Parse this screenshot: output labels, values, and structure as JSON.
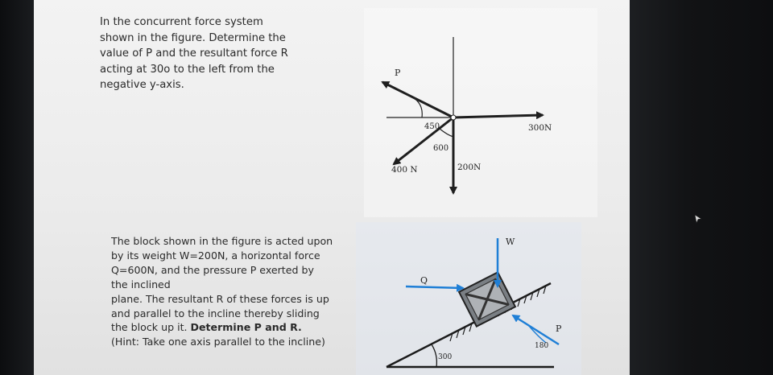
{
  "problem1": {
    "lines": [
      "In the concurrent force system",
      "shown in the figure. Determine the",
      "value of P and the resultant force R",
      "acting at 30o to the left from the",
      "negative y-axis."
    ]
  },
  "figure1": {
    "label_p": "P",
    "label_angle_45": "450",
    "label_angle_60": "600",
    "label_300n": "300N",
    "label_400n": "400 N",
    "label_200n": "200N"
  },
  "problem2": {
    "lines": [
      "The block shown in the figure is acted upon",
      "by its weight W=200N, a horizontal force",
      "Q=600N, and the pressure P exerted by",
      "the inclined",
      "plane. The resultant R of these forces is up",
      "and parallel to the incline thereby sliding"
    ],
    "line7_prefix": "the block up it. ",
    "line7_bold": "Determine P and R.",
    "line8": "(Hint: Take one axis parallel to the incline)"
  },
  "figure2": {
    "label_w": "W",
    "label_q": "Q",
    "label_p": "P",
    "label_angle_18": "180",
    "label_angle_30": "300"
  },
  "colors": {
    "arrow": "#1e1e1e",
    "blue_arrow": "#1f7fd6",
    "paper": "#efefef",
    "bezel": "#111315"
  }
}
